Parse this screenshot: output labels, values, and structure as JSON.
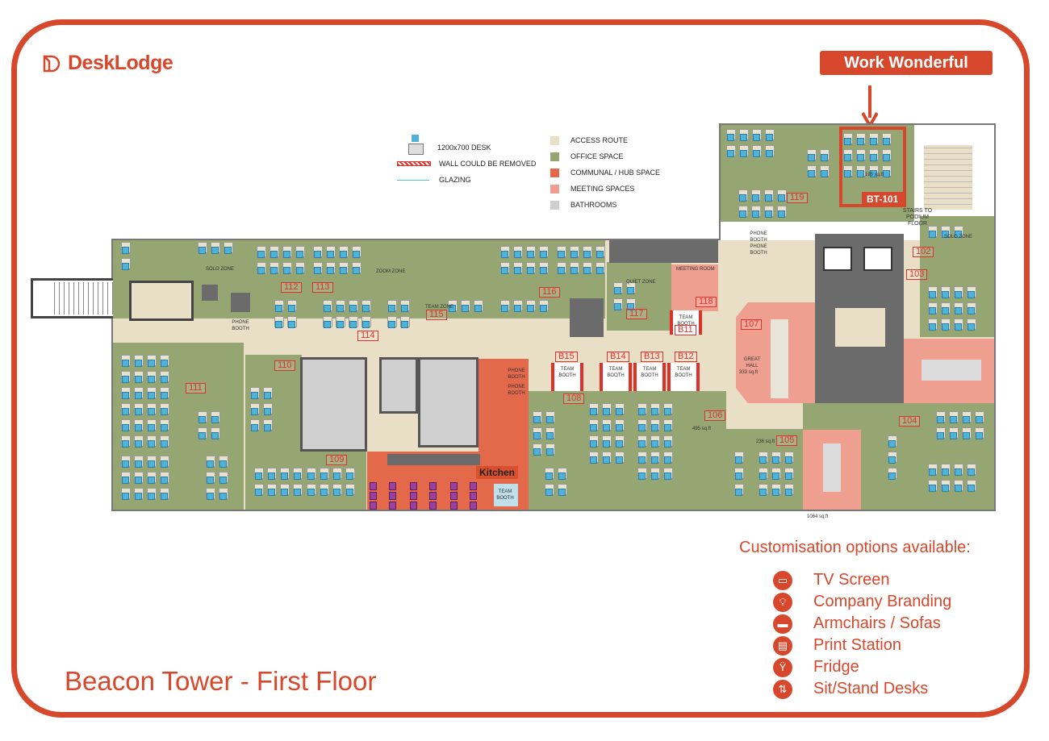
{
  "brand": {
    "name": "DeskLodge",
    "tagline_badge": "Work Wonderful"
  },
  "title": "Beacon Tower - First Floor",
  "legend": {
    "left": [
      {
        "label": "1200x700 DESK",
        "icon": "desk-icon"
      },
      {
        "label": "WALL COULD BE REMOVED",
        "icon": "removable-wall-icon"
      },
      {
        "label": "GLAZING",
        "icon": "glazing-line-icon"
      }
    ],
    "right": [
      {
        "label": "ACCESS ROUTE",
        "color": "#e9dfc7"
      },
      {
        "label": "OFFICE SPACE",
        "color": "#95a672"
      },
      {
        "label": "COMMUNAL / HUB SPACE",
        "color": "#e4684a"
      },
      {
        "label": "MEETING SPACES",
        "color": "#ee9f8f"
      },
      {
        "label": "BATHROOMS",
        "color": "#cfcfcf"
      }
    ]
  },
  "rooms": {
    "r102": "102",
    "r103": "103",
    "r104": "104",
    "r105": "105",
    "r106": "106",
    "r107": "107",
    "r108": "108",
    "r109": "109",
    "r110": "110",
    "r111": "111",
    "r112": "112",
    "r113": "113",
    "r114": "114",
    "r115": "115",
    "r116": "116",
    "r117": "117",
    "r118": "118",
    "r119": "119",
    "b11": "B11",
    "b12": "B12",
    "b13": "B13",
    "b14": "B14",
    "b15": "B15",
    "highlight": "BT-101",
    "kitchen": "Kitchen"
  },
  "zone_labels": {
    "solo_zone": "SOLO ZONE",
    "zoom_zone": "ZOOM ZONE",
    "team_zone": "TEAM ZONE",
    "quiet_zone": "QUIET ZONE",
    "meeting_room": "MEETING ROOM",
    "phone_booth": "PHONE BOOTH",
    "team_booth": "TEAM BOOTH",
    "great_hall": "GREAT HALL",
    "great_hall_area": "333 sq.ft",
    "area_106": "495 sq.ft",
    "area_105": "236 sq.ft",
    "area_104": "1064 sq.ft",
    "area_bt101": "195 sq.ft",
    "stairs": "STAIRS TO PODIUM FLOOR"
  },
  "customisation": {
    "heading": "Customisation options available:",
    "options": [
      {
        "label": "TV Screen",
        "icon": "tv-icon"
      },
      {
        "label": "Company Branding",
        "icon": "lightbulb-icon"
      },
      {
        "label": "Armchairs / Sofas",
        "icon": "sofa-icon"
      },
      {
        "label": "Print Station",
        "icon": "printer-icon"
      },
      {
        "label": "Fridge",
        "icon": "champagne-icon"
      },
      {
        "label": "Sit/Stand Desks",
        "icon": "up-down-arrows-icon"
      }
    ]
  },
  "colors": {
    "accent": "#d6472b",
    "room_label": "#e0302a"
  }
}
